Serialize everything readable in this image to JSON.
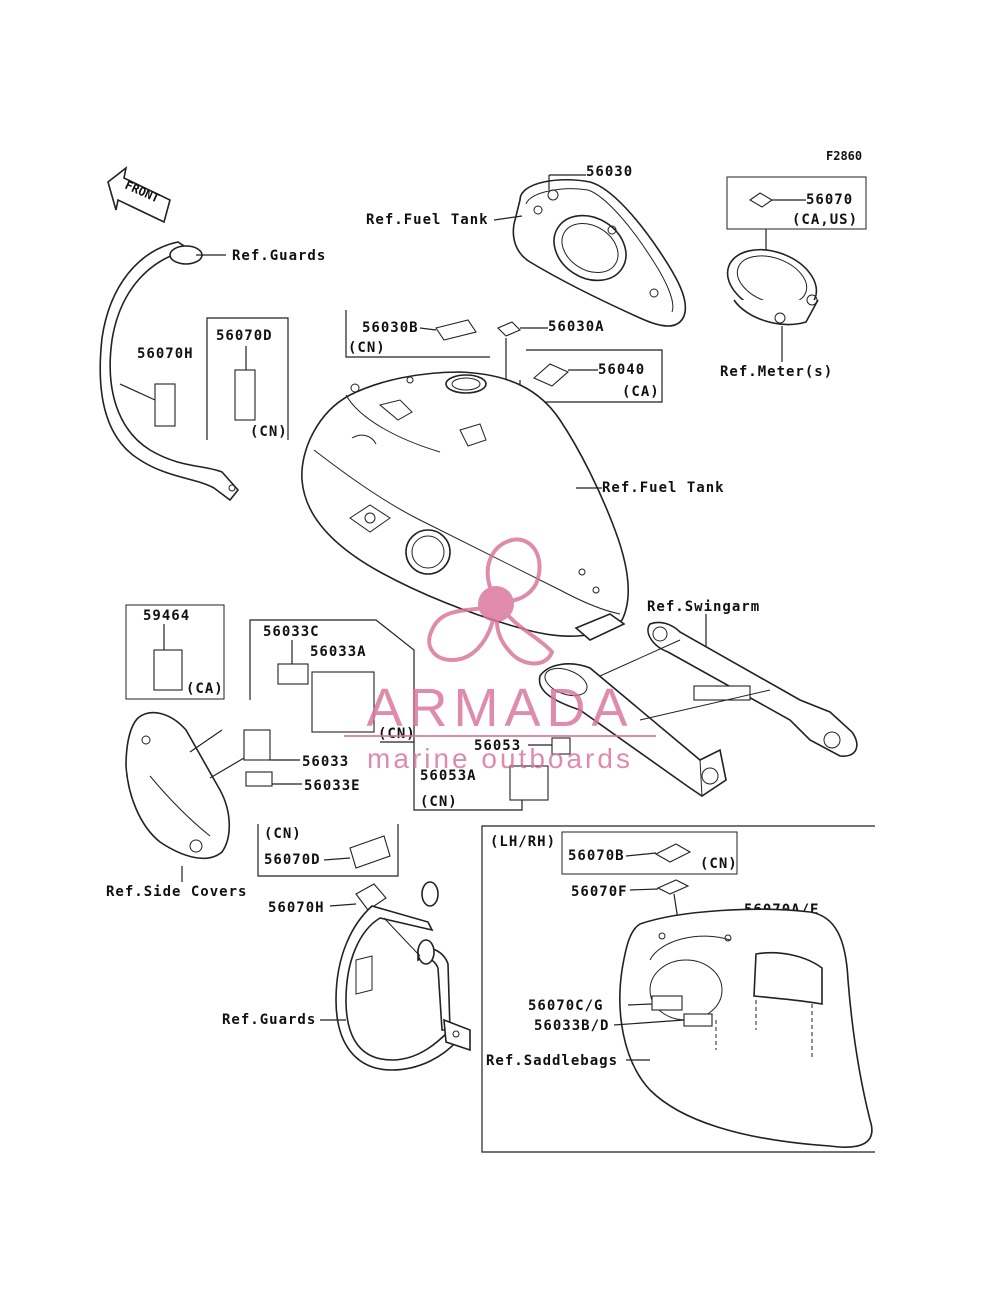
{
  "figure_code": "F2860",
  "front_arrow": "FRONT",
  "labels": {
    "p56030": "56030",
    "fuel_tank_top": "Ref.Fuel Tank",
    "p56070": "56070",
    "ca_us": "(CA,US)",
    "ref_guards_top": "Ref.Guards",
    "p56070D_top": "56070D",
    "p56070H_top": "56070H",
    "cn_56070D_top": "(CN)",
    "p56030B": "56030B",
    "cn_56030B": "(CN)",
    "p56030A": "56030A",
    "p56040": "56040",
    "ca_56040": "(CA)",
    "ref_meter": "Ref.Meter(s)",
    "fuel_tank_mid": "Ref.Fuel Tank",
    "ref_swingarm": "Ref.Swingarm",
    "p59464": "59464",
    "ca_59464": "(CA)",
    "p56033C": "56033C",
    "p56033A": "56033A",
    "cn_56033A": "(CN)",
    "p56033": "56033",
    "p56033E": "56033E",
    "p56053": "56053",
    "p56053A": "56053A",
    "cn_56053A": "(CN)",
    "cn_56070D_low": "(CN)",
    "p56070D_low": "56070D",
    "ref_side_covers": "Ref.Side Covers",
    "p56070H_low": "56070H",
    "ref_guards_low": "Ref.Guards",
    "lh_rh": "(LH/RH)",
    "p56070B": "56070B",
    "cn_56070B": "(CN)",
    "p56070F": "56070F",
    "p56070AE": "56070A/E",
    "p56070CG": "56070C/G",
    "p56033BD": "56033B/D",
    "ref_saddlebags": "Ref.Saddlebags"
  },
  "watermark": {
    "brand": "ARMADA",
    "tagline": "marine outboards",
    "color": "#d9739a"
  }
}
